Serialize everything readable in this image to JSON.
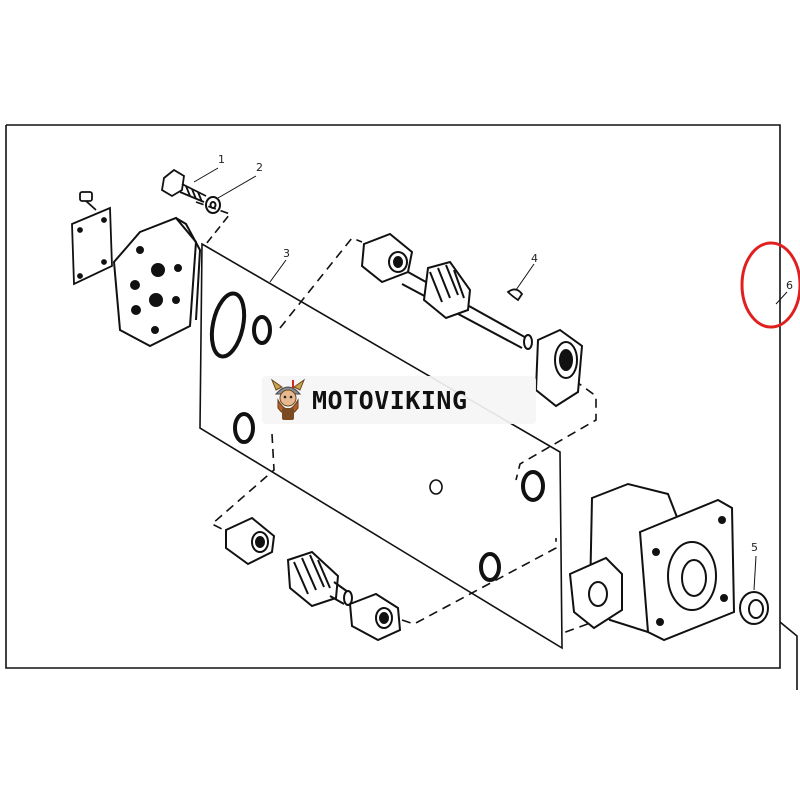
{
  "diagram": {
    "callouts": {
      "c1": "1",
      "c2": "2",
      "c3": "3",
      "c4": "4",
      "c5": "5",
      "c6": "6"
    },
    "highlight_color": "#e02020",
    "line_color": "#111111"
  },
  "watermark": {
    "text": "MOTOVIKING",
    "icon": "viking-mascot-icon"
  }
}
